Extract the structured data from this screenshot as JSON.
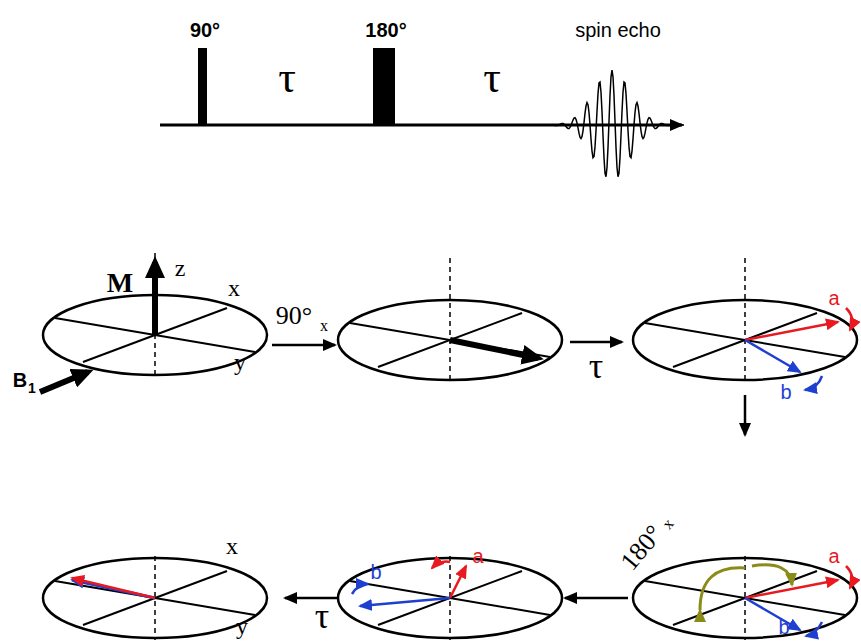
{
  "diagram": {
    "labels": [
      "90°",
      "τ",
      "180°",
      "τ",
      "spin echo",
      "z",
      "M",
      "x",
      "90°",
      "x",
      "B",
      "1",
      "y",
      "τ",
      "a",
      "b",
      "180°",
      "x",
      "a",
      "b",
      "a",
      "b",
      "τ",
      "x",
      "y"
    ]
  }
}
